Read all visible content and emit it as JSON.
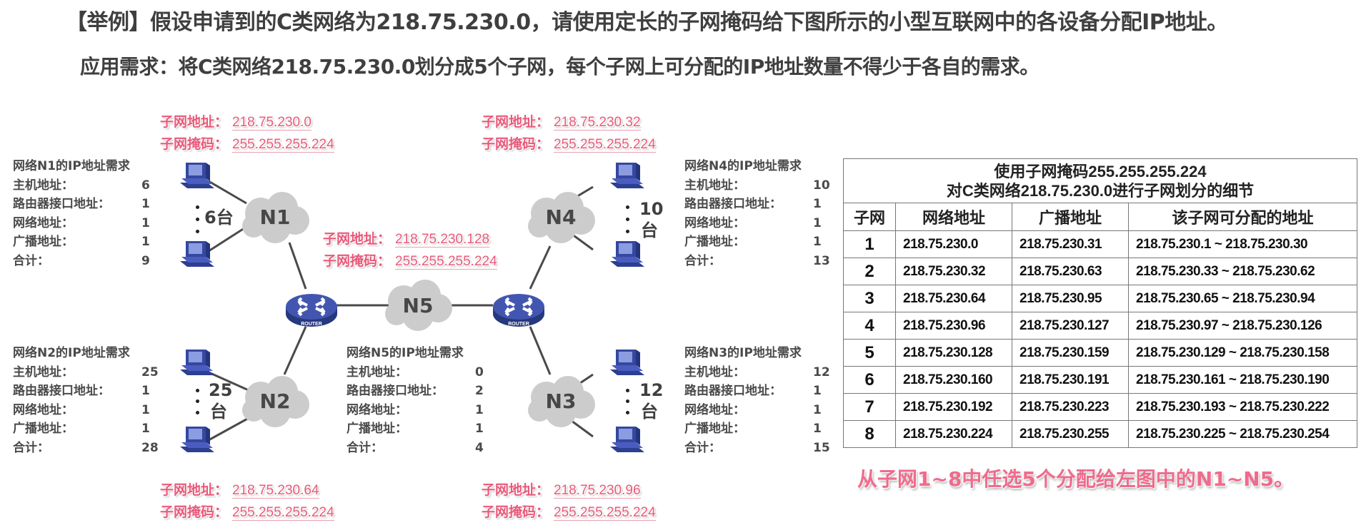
{
  "title": {
    "line1": "【举例】假设申请到的C类网络为218.75.230.0，请使用定长的子网掩码给下图所示的小型互联网中的各设备分配IP地址。",
    "line2": "应用需求：将C类网络218.75.230.0划分成5个子网，每个子网上可分配的IP地址数量不得少于各自的需求。"
  },
  "subnet_labels": {
    "addr_key": "子网地址：",
    "mask_key": "子网掩码：",
    "n1": {
      "addr": "218.75.230.0",
      "mask": "255.255.255.224"
    },
    "n4": {
      "addr": "218.75.230.32",
      "mask": "255.255.255.224"
    },
    "n5": {
      "addr": "218.75.230.128",
      "mask": "255.255.255.224"
    },
    "n2": {
      "addr": "218.75.230.64",
      "mask": "255.255.255.224"
    },
    "n3": {
      "addr": "218.75.230.96",
      "mask": "255.255.255.224"
    }
  },
  "requirements": {
    "keys": {
      "host": "主机地址：",
      "router": "路由器接口地址：",
      "net": "网络地址：",
      "bcast": "广播地址：",
      "total": "合计："
    },
    "n1": {
      "title": "网络N1的IP地址需求",
      "host": "6",
      "router": "1",
      "net": "1",
      "bcast": "1",
      "total": "9"
    },
    "n2": {
      "title": "网络N2的IP地址需求",
      "host": "25",
      "router": "1",
      "net": "1",
      "bcast": "1",
      "total": "28"
    },
    "n3": {
      "title": "网络N3的IP地址需求",
      "host": "12",
      "router": "1",
      "net": "1",
      "bcast": "1",
      "total": "15"
    },
    "n4": {
      "title": "网络N4的IP地址需求",
      "host": "10",
      "router": "1",
      "net": "1",
      "bcast": "1",
      "total": "13"
    },
    "n5": {
      "title": "网络N5的IP地址需求",
      "host": "0",
      "router": "2",
      "net": "1",
      "bcast": "1",
      "total": "4"
    }
  },
  "diagram": {
    "clouds": {
      "n1": "N1",
      "n2": "N2",
      "n3": "N3",
      "n4": "N4",
      "n5": "N5"
    },
    "counts": {
      "n1": "6台",
      "n2_num": "25",
      "n2_unit": "台",
      "n3_num": "12",
      "n3_unit": "台",
      "n4_num": "10",
      "n4_unit": "台"
    },
    "router_label": "ROUTER",
    "colors": {
      "cloud": "#cccccc",
      "router": "#3a4fa8",
      "pc": "#3448a0",
      "link": "#4a4a4a"
    }
  },
  "table": {
    "caption_line1": "使用子网掩码255.255.255.224",
    "caption_line2": "对C类网络218.75.230.0进行子网划分的细节",
    "headers": [
      "子网",
      "网络地址",
      "广播地址",
      "该子网可分配的地址"
    ],
    "rows": [
      [
        "1",
        "218.75.230.0",
        "218.75.230.31",
        "218.75.230.1 ~ 218.75.230.30"
      ],
      [
        "2",
        "218.75.230.32",
        "218.75.230.63",
        "218.75.230.33 ~ 218.75.230.62"
      ],
      [
        "3",
        "218.75.230.64",
        "218.75.230.95",
        "218.75.230.65 ~ 218.75.230.94"
      ],
      [
        "4",
        "218.75.230.96",
        "218.75.230.127",
        "218.75.230.97 ~ 218.75.230.126"
      ],
      [
        "5",
        "218.75.230.128",
        "218.75.230.159",
        "218.75.230.129 ~ 218.75.230.158"
      ],
      [
        "6",
        "218.75.230.160",
        "218.75.230.191",
        "218.75.230.161 ~ 218.75.230.190"
      ],
      [
        "7",
        "218.75.230.192",
        "218.75.230.223",
        "218.75.230.193 ~ 218.75.230.222"
      ],
      [
        "8",
        "218.75.230.224",
        "218.75.230.255",
        "218.75.230.225 ~ 218.75.230.254"
      ]
    ]
  },
  "footnote": "从子网1~8中任选5个分配给左图中的N1~N5。",
  "colors": {
    "accent_pink": "#e85a7a",
    "title_text": "#3f3f3f",
    "table_border": "#777777"
  }
}
